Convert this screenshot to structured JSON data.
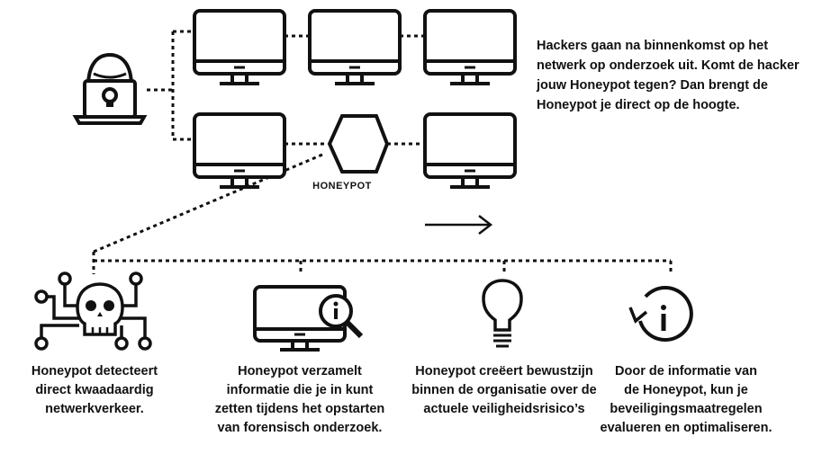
{
  "intro_lines": [
    "Hackers gaan na binnenkomst op het",
    "netwerk op onderzoek uit. Komt de hacker",
    "jouw Honeypot tegen? Dan brengt de",
    "Honeypot je direct op de hoogte."
  ],
  "honeypot_label": "HONEYPOT",
  "steps": [
    {
      "icon": "skull-circuit-icon",
      "lines": [
        "Honeypot detecteert",
        "direct kwaadaardig",
        "netwerkverkeer."
      ]
    },
    {
      "icon": "monitor-magnifier-info-icon",
      "lines": [
        "Honeypot verzamelt",
        "informatie die je in kunt",
        "zetten tijdens het opstarten",
        "van forensisch onderzoek."
      ]
    },
    {
      "icon": "lightbulb-icon",
      "lines": [
        "Honeypot creëert bewustzijn",
        "binnen de organisatie over de",
        "actuele veiligheidsrisico’s"
      ]
    },
    {
      "icon": "refresh-info-icon",
      "lines": [
        "Door de informatie van",
        "de Honeypot, kun je",
        "beveiligingsmaatregelen",
        "evalueren en optimaliseren."
      ]
    }
  ],
  "colors": {
    "ink": "#111111",
    "background": "#ffffff"
  }
}
